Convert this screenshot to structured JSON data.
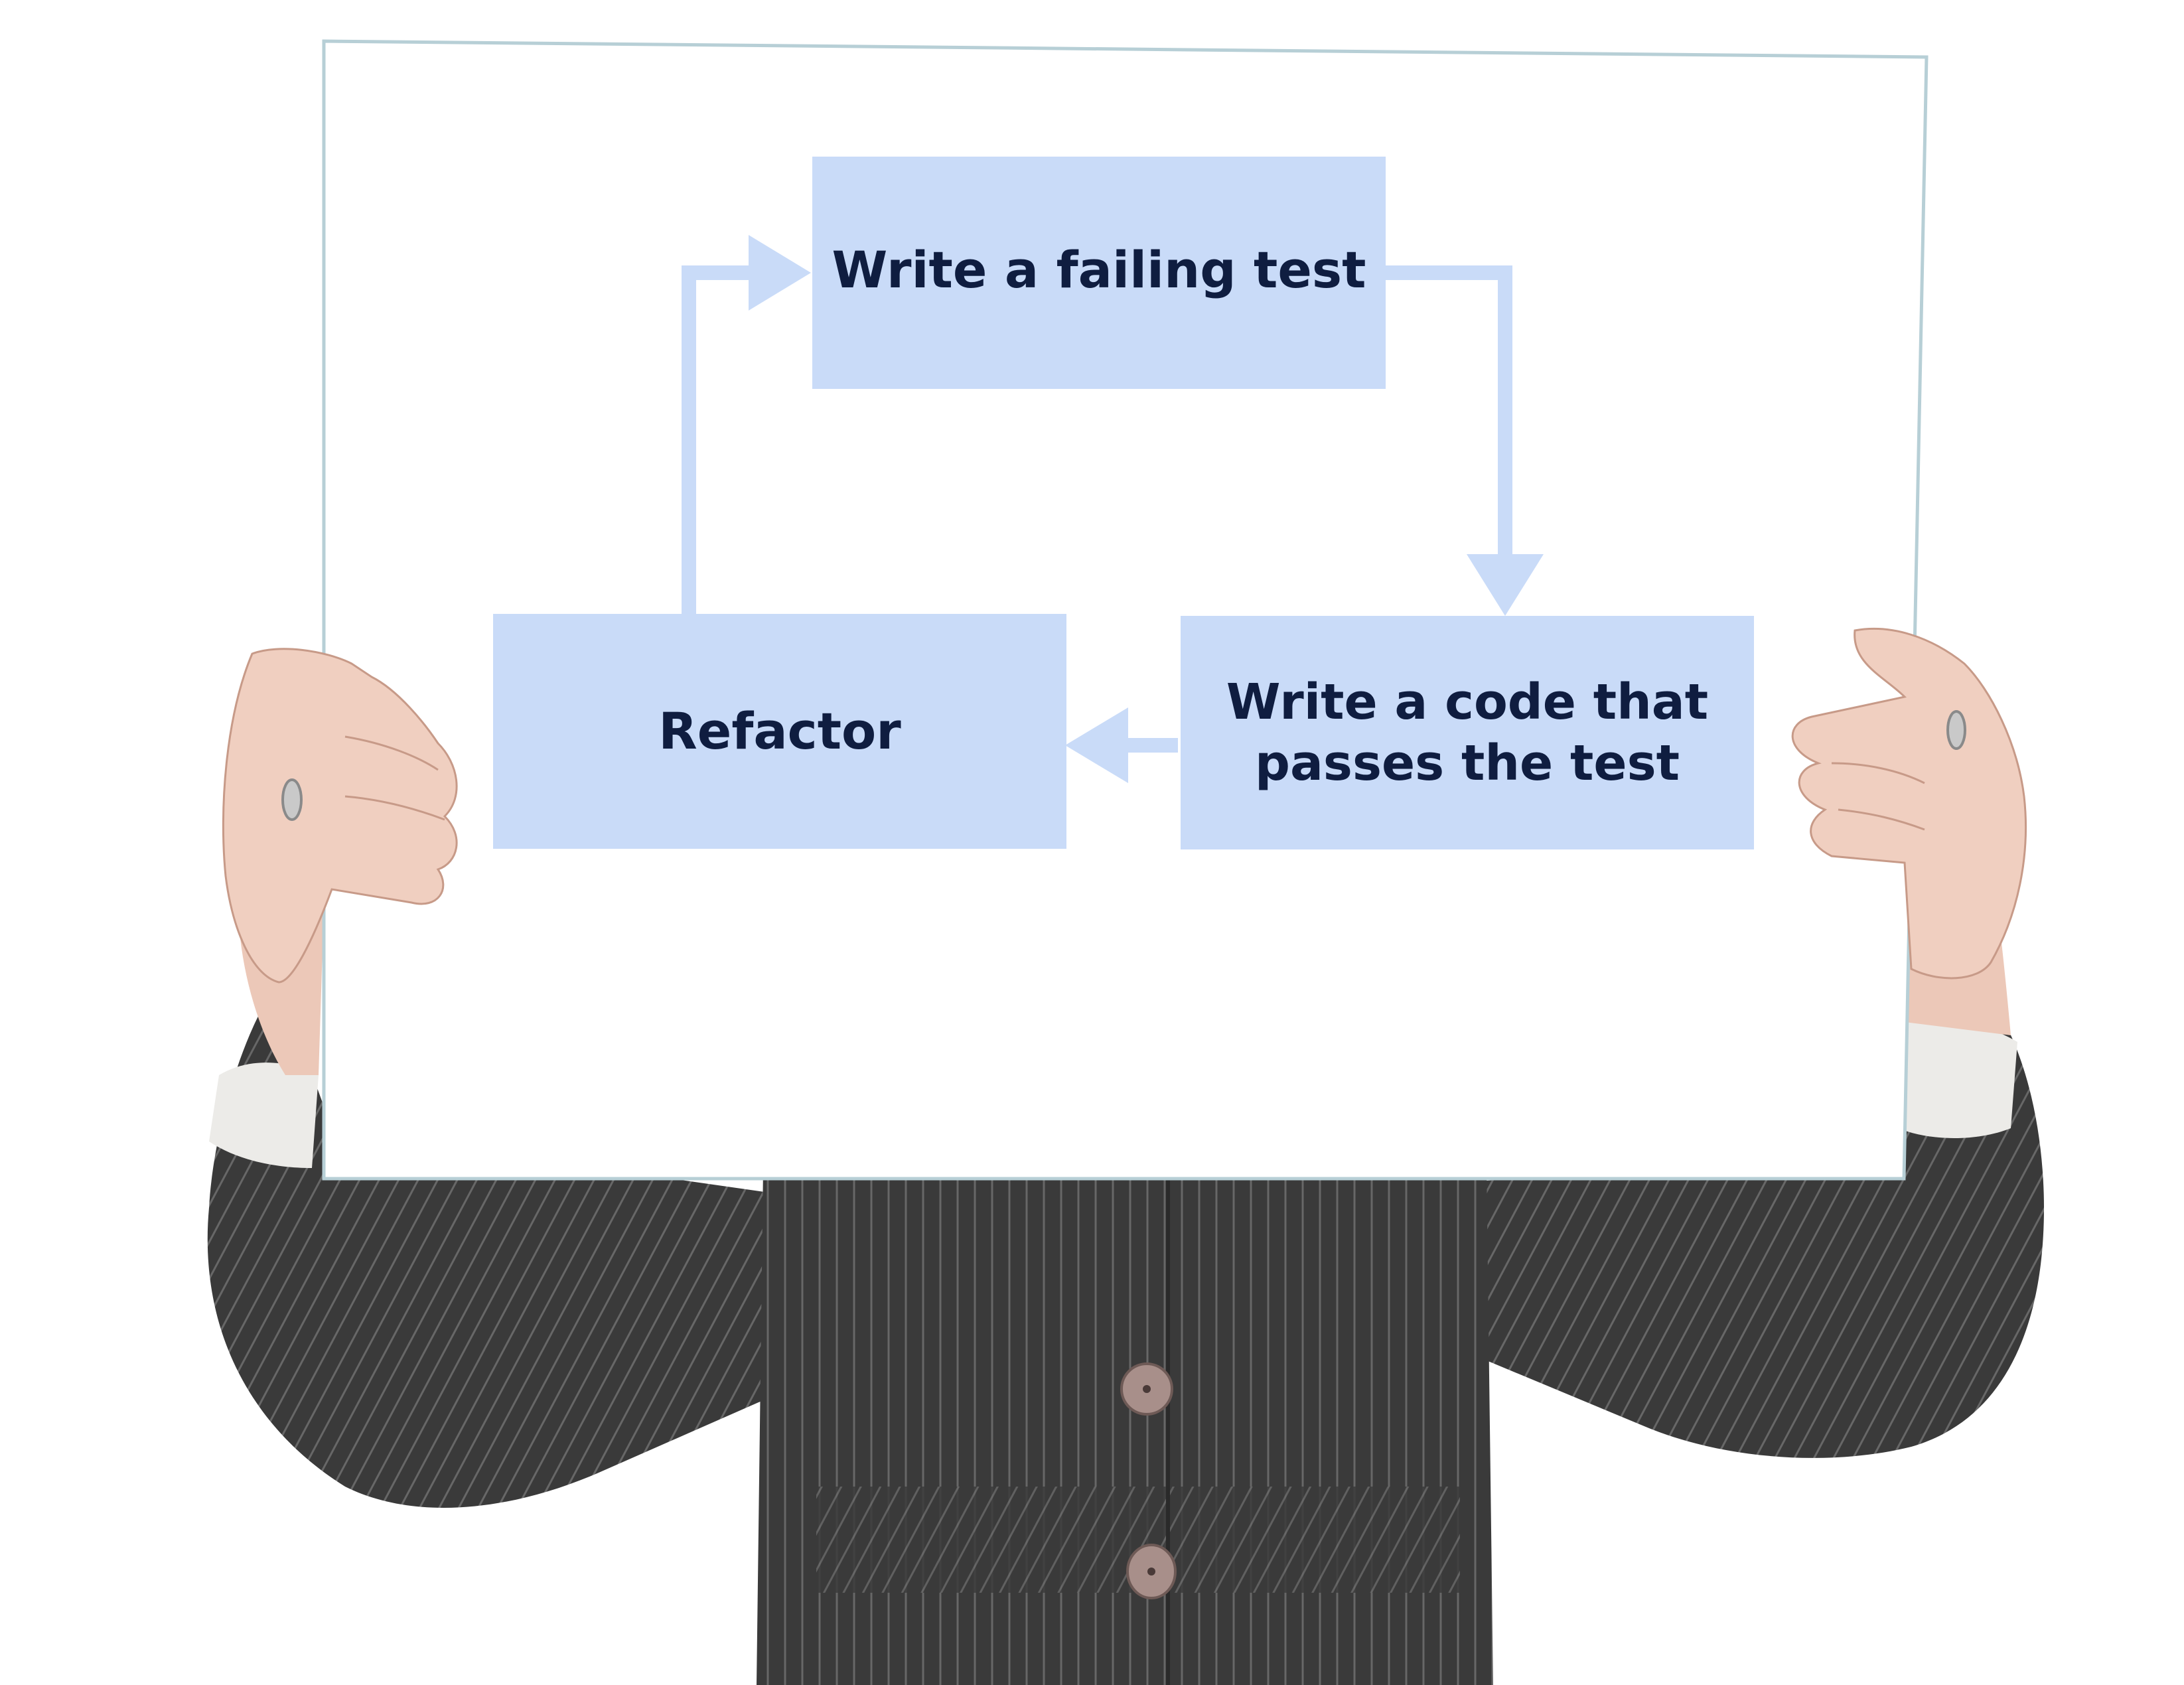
{
  "diagram": {
    "nodes": [
      {
        "id": "failing_test",
        "label": "Write a failing test"
      },
      {
        "id": "passing_code",
        "label": "Write a code that\npasses the test"
      },
      {
        "id": "refactor",
        "label": "Refactor"
      }
    ],
    "edges": [
      {
        "from": "failing_test",
        "to": "passing_code"
      },
      {
        "from": "passing_code",
        "to": "refactor"
      },
      {
        "from": "refactor",
        "to": "failing_test"
      }
    ]
  },
  "colors": {
    "box_fill": "#c9dbf8",
    "arrow": "#c9dbf8",
    "label_text": "#0f1d40",
    "board": "#ffffff",
    "board_edge": "#b7cfd6",
    "suit": "#3b3b3b",
    "suit_stripe": "#6a6a6a",
    "skin": "#f0cfc0",
    "cuff": "#ecebe8",
    "button": "#a88f8a"
  },
  "icons": [
    "suit-button-icon",
    "ring-icon"
  ]
}
